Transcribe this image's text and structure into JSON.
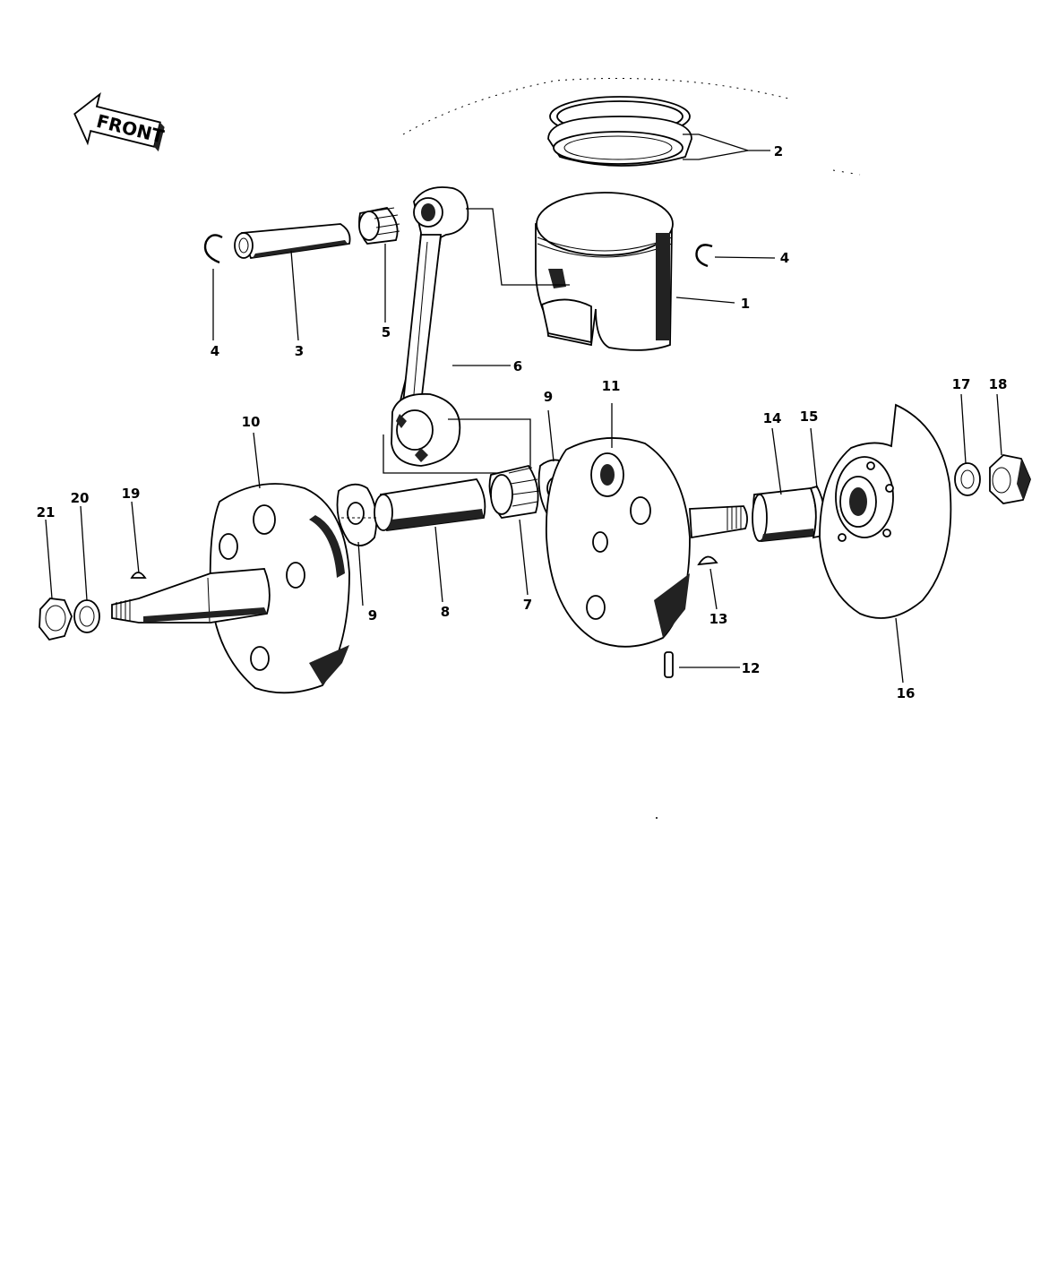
{
  "front_label": "FRONT",
  "callouts": {
    "p1": "1",
    "p2": "2",
    "p3": "3",
    "p4a": "4",
    "p4b": "4",
    "p5": "5",
    "p6": "6",
    "p7": "7",
    "p8": "8",
    "p9a": "9",
    "p9b": "9",
    "p10": "10",
    "p11": "11",
    "p12": "12",
    "p13": "13",
    "p14": "14",
    "p15": "15",
    "p16": "16",
    "p17": "17",
    "p18": "18",
    "p19": "19",
    "p20": "20",
    "p21": "21"
  },
  "colors": {
    "ink": "#000000",
    "paper": "#ffffff",
    "shade": "#222222"
  }
}
